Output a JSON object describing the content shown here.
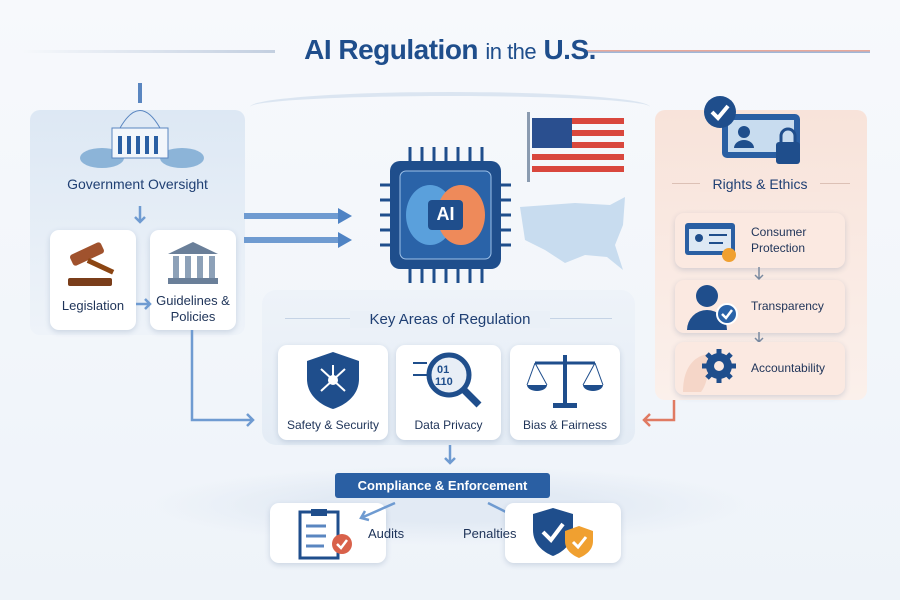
{
  "title": {
    "main": "AI Regulation",
    "mid": "in the",
    "end": "U.S."
  },
  "government": {
    "heading": "Government Oversight",
    "items": [
      {
        "label": "Legislation",
        "icon": "gavel-icon"
      },
      {
        "label": "Guidelines & Policies",
        "icon": "institution-icon"
      }
    ]
  },
  "center": {
    "chip_label": "AI"
  },
  "key_areas": {
    "heading": "Key Areas of Regulation",
    "items": [
      {
        "label": "Safety & Security",
        "icon": "shield-network-icon"
      },
      {
        "label": "Data Privacy",
        "icon": "magnifier-binary-icon"
      },
      {
        "label": "Bias & Fairness",
        "icon": "scales-icon"
      }
    ]
  },
  "compliance": {
    "heading": "Compliance & Enforcement",
    "items": [
      {
        "label": "Audits",
        "icon": "clipboard-check-icon"
      },
      {
        "label": "Penalties",
        "icon": "shield-check-icon"
      }
    ]
  },
  "rights": {
    "heading": "Rights & Ethics",
    "items": [
      {
        "label": "Consumer Protection",
        "icon": "id-card-icon"
      },
      {
        "label": "Transparency",
        "icon": "person-check-icon"
      },
      {
        "label": "Accountability",
        "icon": "gear-head-icon"
      }
    ]
  },
  "colors": {
    "primary": "#1f4e8c",
    "accent_red": "#d9614a",
    "accent_orange": "#f0a030"
  }
}
